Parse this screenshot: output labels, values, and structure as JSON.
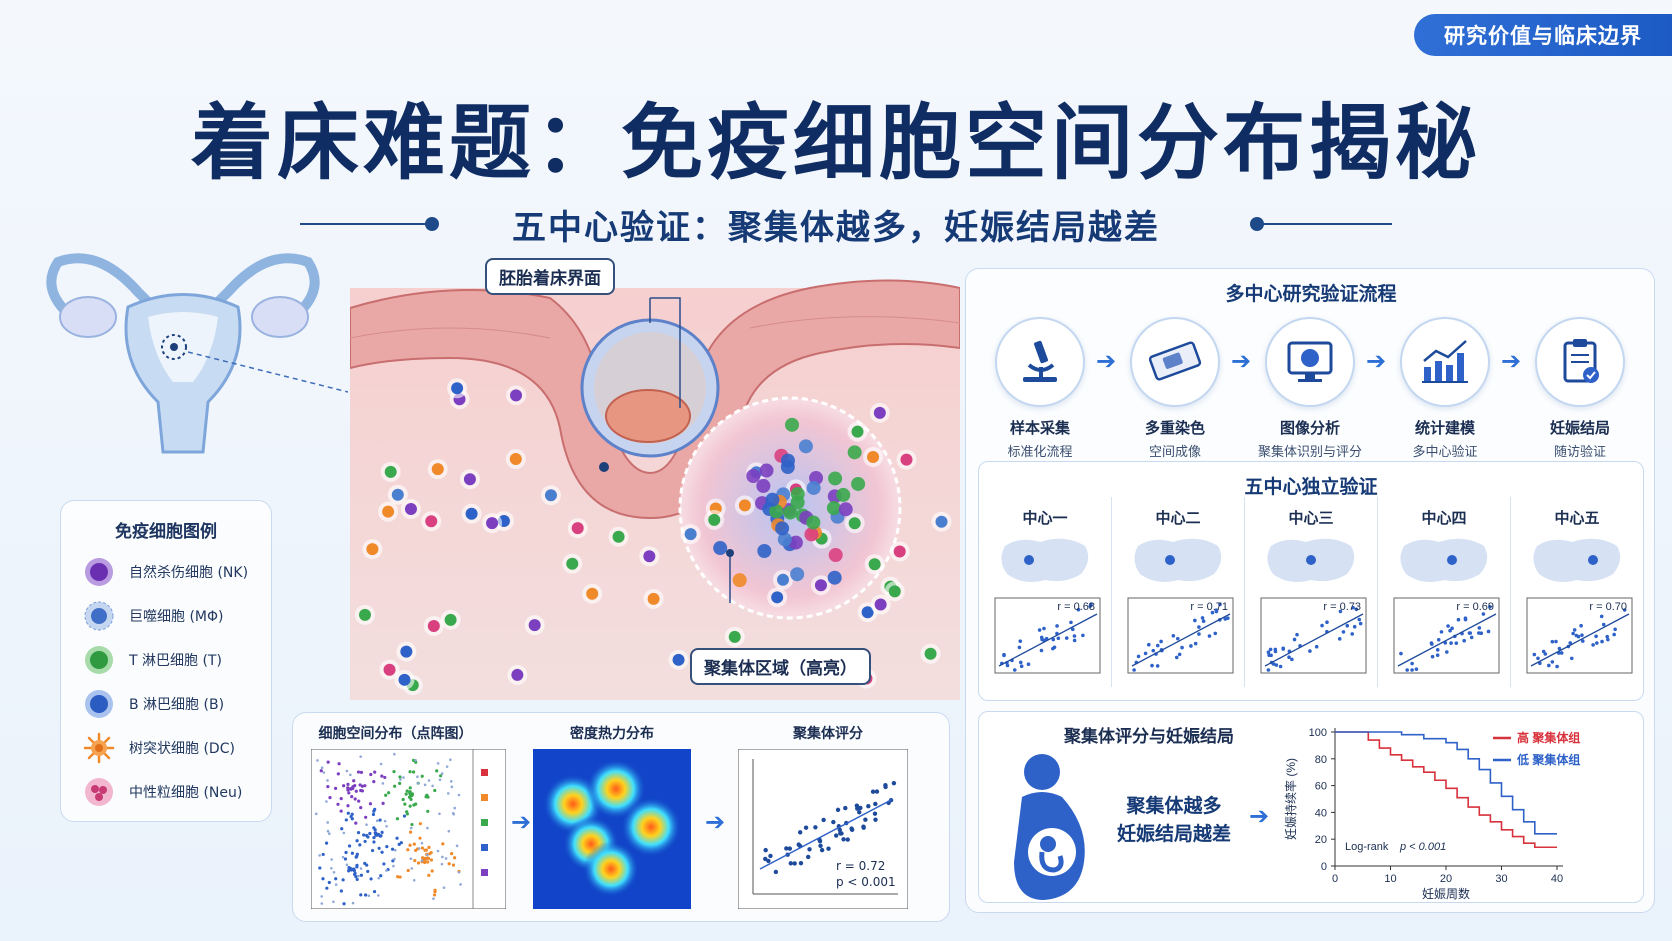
{
  "header": {
    "tag": "研究价值与临床边界",
    "title": "着床难题：免疫细胞空间分布揭秘",
    "subtitle": "五中心验证：聚集体越多，妊娠结局越差"
  },
  "legend": {
    "title": "免疫细胞图例",
    "items": [
      {
        "label": "自然杀伤细胞 (NK)",
        "color": "#7b3fbf"
      },
      {
        "label": "巨噬细胞 (MΦ)",
        "color": "#4a7fd0"
      },
      {
        "label": "T 淋巴细胞 (T)",
        "color": "#3aa84c"
      },
      {
        "label": "B 淋巴细胞 (B)",
        "color": "#2f62c8"
      },
      {
        "label": "树突状细胞 (DC)",
        "color": "#f0892a"
      },
      {
        "label": "中性粒细胞 (Neu)",
        "color": "#d9407f"
      }
    ]
  },
  "illustration": {
    "interface_label": "胚胎着床界面",
    "cluster_label": "聚集体区域（高亮）"
  },
  "bottom_panels": {
    "dot_title": "细胞空间分布（点阵图）",
    "heat_title": "密度热力分布",
    "score_title": "聚集体评分",
    "score_r": "r = 0.72",
    "score_p": "p < 0.001"
  },
  "workflow": {
    "title": "多中心研究验证流程",
    "steps": [
      {
        "title": "样本采集",
        "sub": "标准化流程",
        "icon": "microscope-icon"
      },
      {
        "title": "多重染色",
        "sub": "空间成像",
        "icon": "slide-icon"
      },
      {
        "title": "图像分析",
        "sub": "聚集体识别与评分",
        "icon": "monitor-icon"
      },
      {
        "title": "统计建模",
        "sub": "多中心验证",
        "icon": "bar-chart-icon"
      },
      {
        "title": "妊娠结局",
        "sub": "随访验证",
        "icon": "clipboard-check-icon"
      }
    ]
  },
  "centers": {
    "title": "五中心独立验证",
    "items": [
      {
        "name": "中心一",
        "r": "r = 0.68"
      },
      {
        "name": "中心二",
        "r": "r = 0.71"
      },
      {
        "name": "中心三",
        "r": "r = 0.73"
      },
      {
        "name": "中心四",
        "r": "r = 0.69"
      },
      {
        "name": "中心五",
        "r": "r = 0.70"
      }
    ]
  },
  "outcome": {
    "title": "聚集体评分与妊娠结局",
    "message_line1": "聚集体越多",
    "message_line2": "妊娠结局越差",
    "log_rank": "Log-rank",
    "p_text": "p < 0.001"
  },
  "chart_data": {
    "type": "line",
    "xlabel": "妊娠周数",
    "ylabel": "妊娠持续率 (%)",
    "xlim": [
      0,
      40
    ],
    "ylim": [
      0,
      100
    ],
    "xticks": [
      0,
      10,
      20,
      30,
      40
    ],
    "yticks": [
      0,
      20,
      40,
      60,
      80,
      100
    ],
    "series": [
      {
        "name": "高 聚集体组",
        "color": "#d8323c",
        "x": [
          0,
          3,
          6,
          8,
          10,
          12,
          14,
          16,
          18,
          20,
          22,
          24,
          26,
          28,
          30,
          32,
          34,
          36,
          38,
          40
        ],
        "y": [
          100,
          100,
          94,
          88,
          83,
          79,
          74,
          70,
          64,
          58,
          51,
          44,
          38,
          33,
          27,
          22,
          17,
          14,
          14,
          14
        ]
      },
      {
        "name": "低 聚集体组",
        "color": "#2f62c8",
        "x": [
          0,
          6,
          12,
          16,
          20,
          22,
          24,
          26,
          28,
          30,
          32,
          34,
          36,
          38,
          40
        ],
        "y": [
          100,
          100,
          98,
          95,
          92,
          87,
          80,
          72,
          62,
          52,
          42,
          33,
          24,
          24,
          24
        ]
      }
    ]
  }
}
